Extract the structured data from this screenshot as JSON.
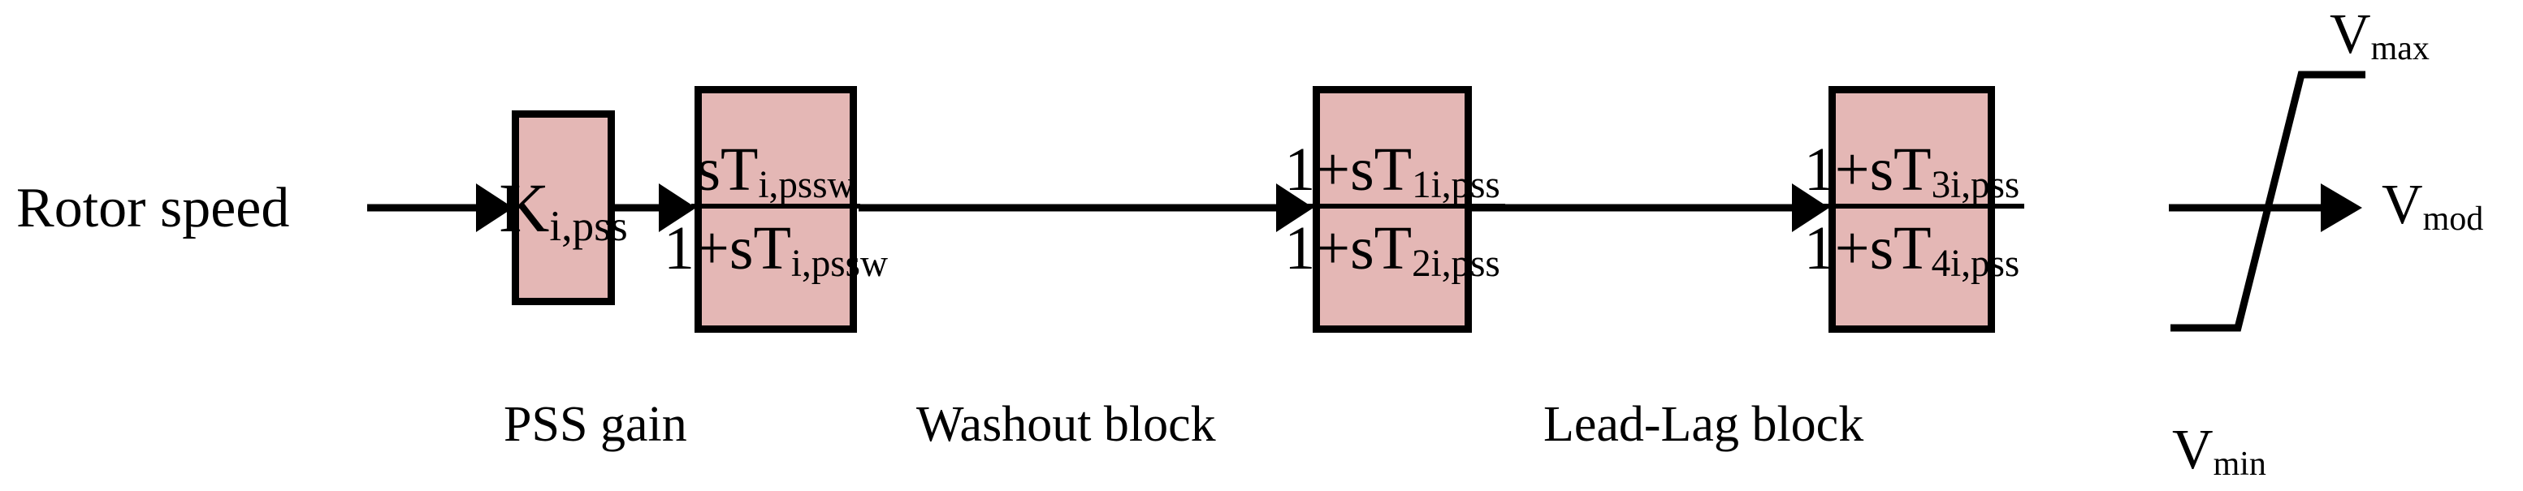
{
  "diagram": {
    "title": "Power System Stabilizer (PSS) block diagram",
    "background_color": "#ffffff",
    "block_fill_color": "#e4b7b5",
    "line_color": "#000000",
    "input": {
      "label": "Rotor speed"
    },
    "output": {
      "symbol": "V",
      "subscript": "mod"
    },
    "limiter": {
      "upper_symbol": "V",
      "upper_subscript": "max",
      "lower_symbol": "V",
      "lower_subscript": "min"
    },
    "blocks": [
      {
        "name": "pss-gain",
        "caption": "PSS gain",
        "kind": "gain",
        "symbol": "K",
        "symbol_subscript": "i,pss"
      },
      {
        "name": "washout",
        "caption": "Washout block",
        "kind": "transfer-function",
        "numerator_main": "sT",
        "numerator_subscript": "i,pssw",
        "denominator_main": "1+sT",
        "denominator_subscript": "i,pssw"
      },
      {
        "name": "lead-lag-1",
        "caption": "Lead-Lag block",
        "kind": "transfer-function",
        "numerator_main": "1+sT",
        "numerator_subscript": "1i,pss",
        "denominator_main": "1+sT",
        "denominator_subscript": "2i,pss"
      },
      {
        "name": "lead-lag-2",
        "caption": "",
        "kind": "transfer-function",
        "numerator_main": "1+sT",
        "numerator_subscript": "3i,pss",
        "denominator_main": "1+sT",
        "denominator_subscript": "4i,pss"
      }
    ]
  }
}
